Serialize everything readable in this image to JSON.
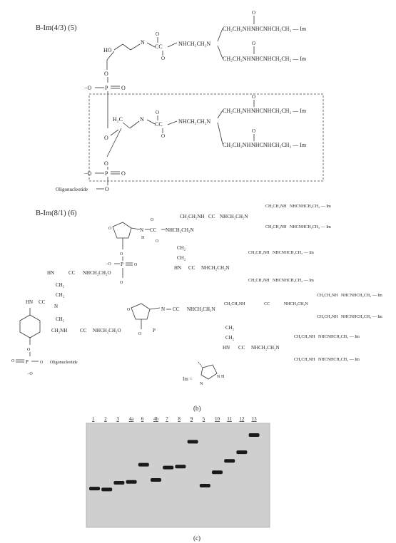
{
  "structure_5": {
    "title": "B-Im(4/3) (5)",
    "oligo": "Oligonucleotide"
  },
  "structure_6": {
    "title": "B-Im(8/1) (6)",
    "oligo": "Oligonucleotide",
    "im_def": "Im ="
  },
  "groups": {
    "ch2ch2nh": "CH₂CH₂NH",
    "nhch2ch2": "NHCH₂CH₂",
    "nhch2ch2n": "NHCH₂CH₂N",
    "ch2nh": "CH₂NH",
    "ch2": "CH₂",
    "h2c": "H₂C",
    "ho": "HO",
    "n": "N",
    "hn": "HN",
    "nh": "NH",
    "c": "C",
    "cc": "CC",
    "o": "O",
    "p": "P",
    "ominus": "−O",
    "uncchain": "NHCNHCH₂CH₂ — Im",
    "nhch2ch2o": "NHCH₂CH₂O",
    "nhch2ch2chain": "NHCH₂CH₂ — Im",
    "h": "H",
    "ring_nh": "N",
    "ring_n": "N",
    "ring_h": "H"
  },
  "panel_b": "(b)",
  "panel_c": "(c)",
  "gel": {
    "lanes": [
      "1",
      "2",
      "3",
      "4a",
      "6",
      "4b",
      "7",
      "8",
      "9",
      "5",
      "10",
      "11",
      "12",
      "13"
    ],
    "band_rel_mobility": [
      0.62,
      0.63,
      0.56,
      0.55,
      0.37,
      0.53,
      0.4,
      0.39,
      0.13,
      0.59,
      0.45,
      0.33,
      0.24,
      0.06
    ]
  }
}
